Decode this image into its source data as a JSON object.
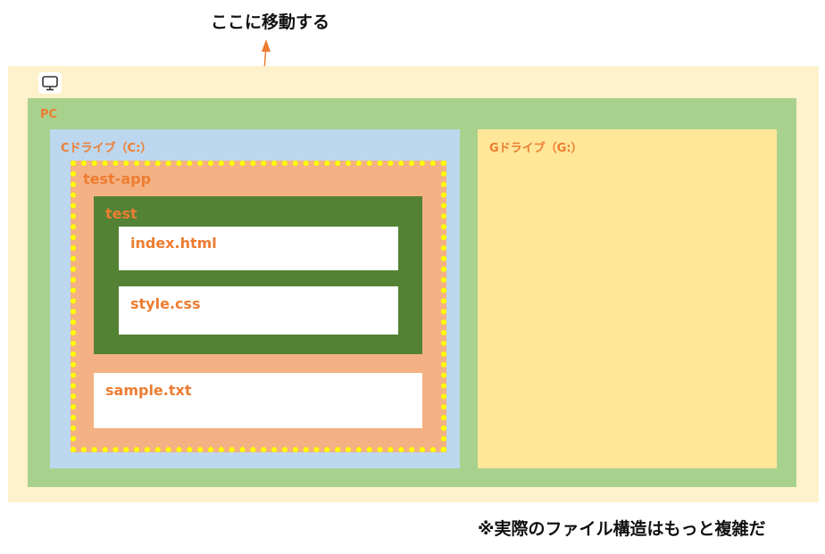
{
  "heading": "ここに移動する",
  "note": "※実際のファイル構造はもっと複雑だ",
  "icons": {
    "monitor": "monitor-icon"
  },
  "colors": {
    "outer_bg": "#FEF2CC",
    "pc_bg": "#A9D18E",
    "c_drive_bg": "#BDD7EE",
    "g_drive_bg": "#FFE699",
    "test_app_bg": "#F4B183",
    "test_bg": "#548235",
    "file_bg": "#FFFFFF",
    "label_color": "#ED7D31",
    "highlight_dash": "#FFFF00",
    "arrow": "#ED7D31"
  },
  "tree": {
    "pc": "PC",
    "c_drive": "Cドライブ（C:）",
    "g_drive": "Gドライブ（G:）",
    "test_app": "test-app",
    "test": "test",
    "files": {
      "index": "index.html",
      "style": "style.css",
      "sample": "sample.txt"
    }
  }
}
